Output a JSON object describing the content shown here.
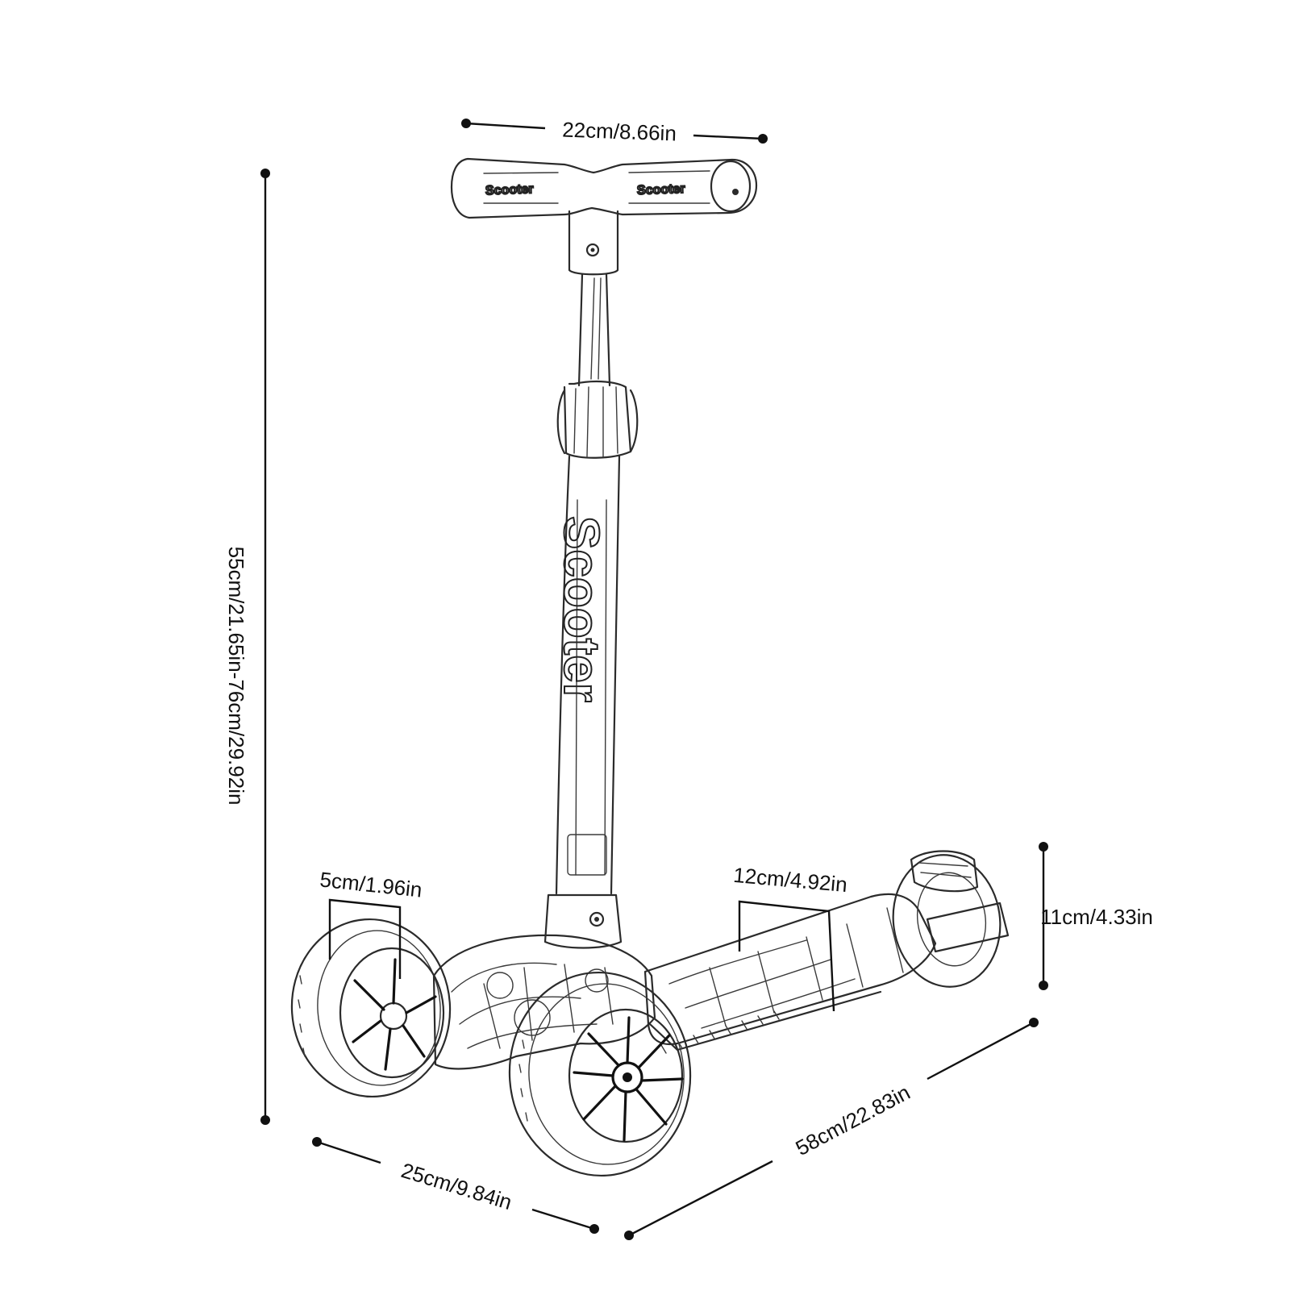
{
  "dimensions": {
    "handlebar_width": "22cm/8.66in",
    "height_range": "55cm/21.65in-76cm/29.92in",
    "wheel_width": "5cm/1.96in",
    "deck_width": "12cm/4.92in",
    "rear_wheel_height": "11cm/4.33in",
    "front_track_width": "25cm/9.84in",
    "overall_length": "58cm/22.83in"
  },
  "product": {
    "stem_logo": "Scooter",
    "grip_logo": "Scooter"
  },
  "colors": {
    "ink": "#111111",
    "sketch": "#2b2b2b",
    "background": "#ffffff"
  }
}
